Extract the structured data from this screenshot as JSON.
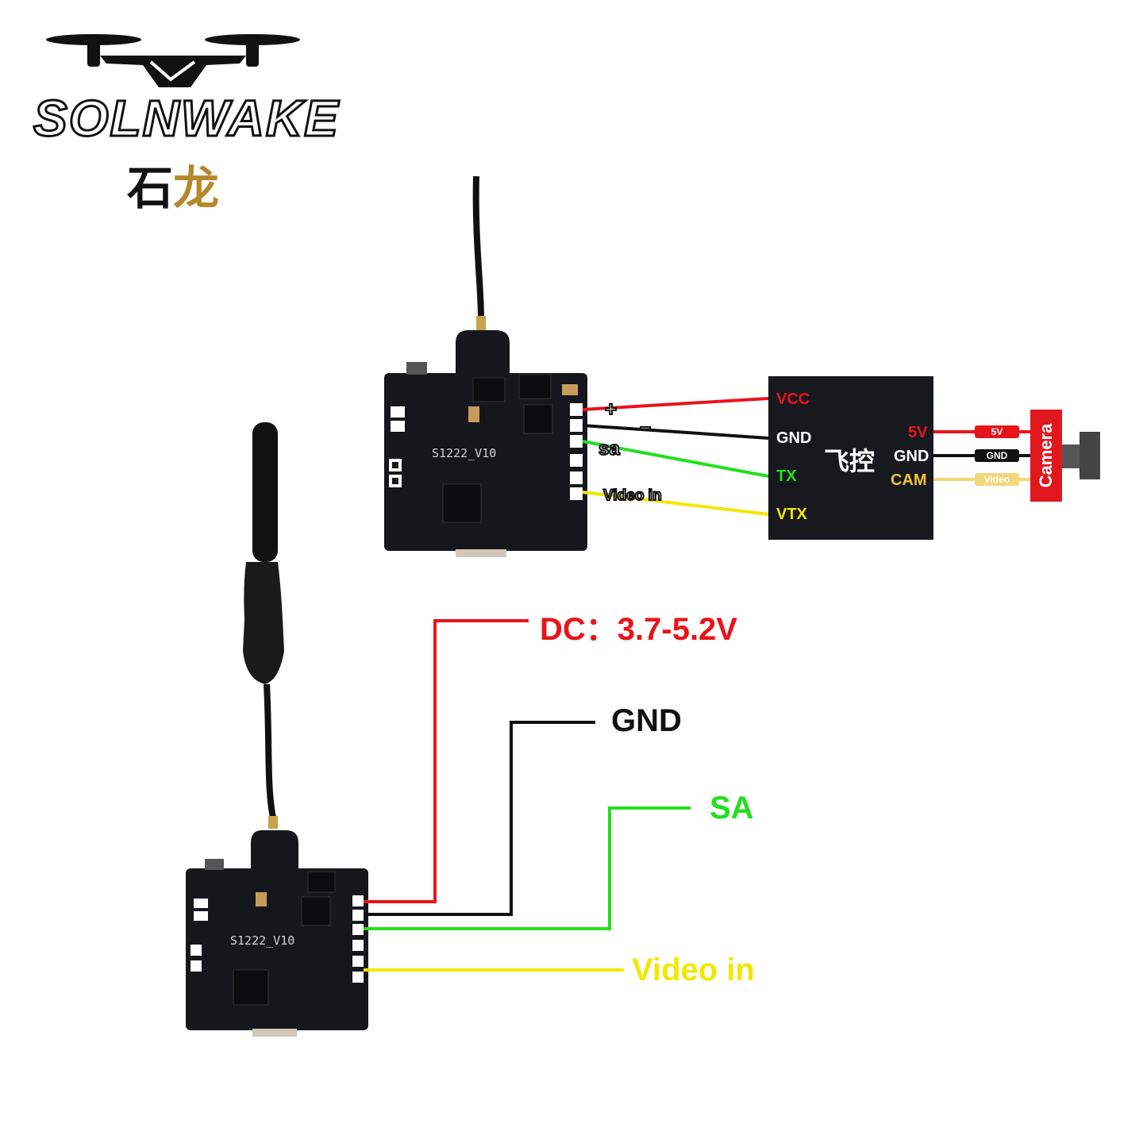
{
  "brand": {
    "name": "SOLNWAKE",
    "chinese_name": "石龙"
  },
  "colors": {
    "red": "#e8141b",
    "black": "#111111",
    "green": "#22e01d",
    "yellow": "#f2e800",
    "cam_yellow": "#f4d878",
    "pcb": "#15171c",
    "fc_box": "#17191f",
    "camera_red": "#e1171e"
  },
  "vtx_top": {
    "board_label": "S1222_V10",
    "pin_labels": {
      "plus": "+",
      "minus": "−",
      "sa": "sa",
      "video_in": "Video in"
    }
  },
  "flight_controller": {
    "title": "飞控",
    "pins_left": [
      "VCC",
      "GND",
      "TX",
      "VTX"
    ],
    "pins_right": [
      "5V",
      "GND",
      "CAM"
    ]
  },
  "camera": {
    "label": "Camera",
    "wire_tags": [
      "5V",
      "GND",
      "Video"
    ]
  },
  "vtx_bottom": {
    "board_label": "S1222_V10",
    "labels": {
      "dc": "DC：3.7-5.2V",
      "gnd": "GND",
      "sa": "SA",
      "video_in": "Video in"
    }
  }
}
